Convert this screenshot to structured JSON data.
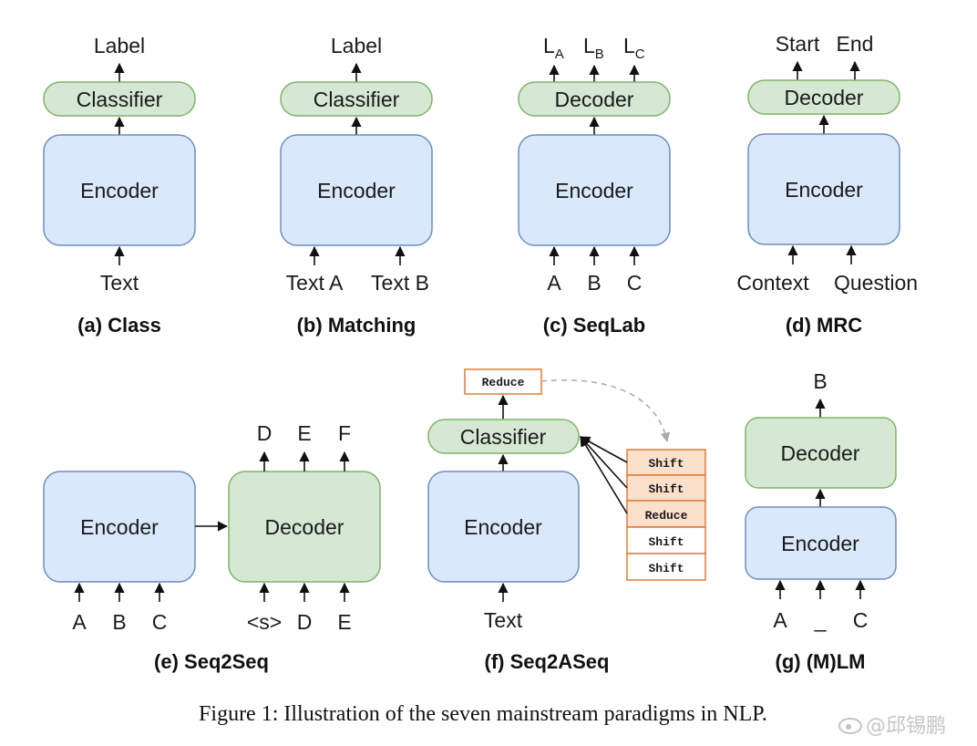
{
  "colors": {
    "encoder_fill": "#dae8fc",
    "encoder_stroke": "#6c8ebf",
    "green_fill": "#d5e8d4",
    "green_stroke": "#82b366",
    "orange_stroke": "#e07b39",
    "orange_fill": "#fbe0cc"
  },
  "panels": {
    "a": {
      "caption": "(a) Class",
      "output": "Label",
      "head": "Classifier",
      "encoder": "Encoder",
      "inputs": [
        "Text"
      ]
    },
    "b": {
      "caption": "(b) Matching",
      "output": "Label",
      "head": "Classifier",
      "encoder": "Encoder",
      "inputs": [
        "Text A",
        "Text B"
      ]
    },
    "c": {
      "caption": "(c) SeqLab",
      "outputs": [
        {
          "base": "L",
          "sub": "A"
        },
        {
          "base": "L",
          "sub": "B"
        },
        {
          "base": "L",
          "sub": "C"
        }
      ],
      "head": "Decoder",
      "encoder": "Encoder",
      "inputs": [
        "A",
        "B",
        "C"
      ]
    },
    "d": {
      "caption": "(d) MRC",
      "outputs": [
        "Start",
        "End"
      ],
      "head": "Decoder",
      "encoder": "Encoder",
      "inputs": [
        "Context",
        "Question"
      ]
    },
    "e": {
      "caption": "(e) Seq2Seq",
      "encoder": "Encoder",
      "decoder": "Decoder",
      "enc_inputs": [
        "A",
        "B",
        "C"
      ],
      "dec_inputs": [
        "<s>",
        "D",
        "E"
      ],
      "dec_outputs": [
        "D",
        "E",
        "F"
      ]
    },
    "f": {
      "caption": "(f) Seq2ASeq",
      "head": "Classifier",
      "encoder": "Encoder",
      "inputs": [
        "Text"
      ],
      "predicted": "Reduce",
      "stack": [
        "Shift",
        "Shift",
        "Reduce",
        "Shift",
        "Shift"
      ]
    },
    "g": {
      "caption": "(g) (M)LM",
      "output": "B",
      "decoder": "Decoder",
      "encoder": "Encoder",
      "inputs": [
        "A",
        "_",
        "C"
      ]
    }
  },
  "figure_caption": "Figure 1: Illustration of the seven mainstream paradigms in NLP.",
  "watermark": "@邱锡鹏"
}
